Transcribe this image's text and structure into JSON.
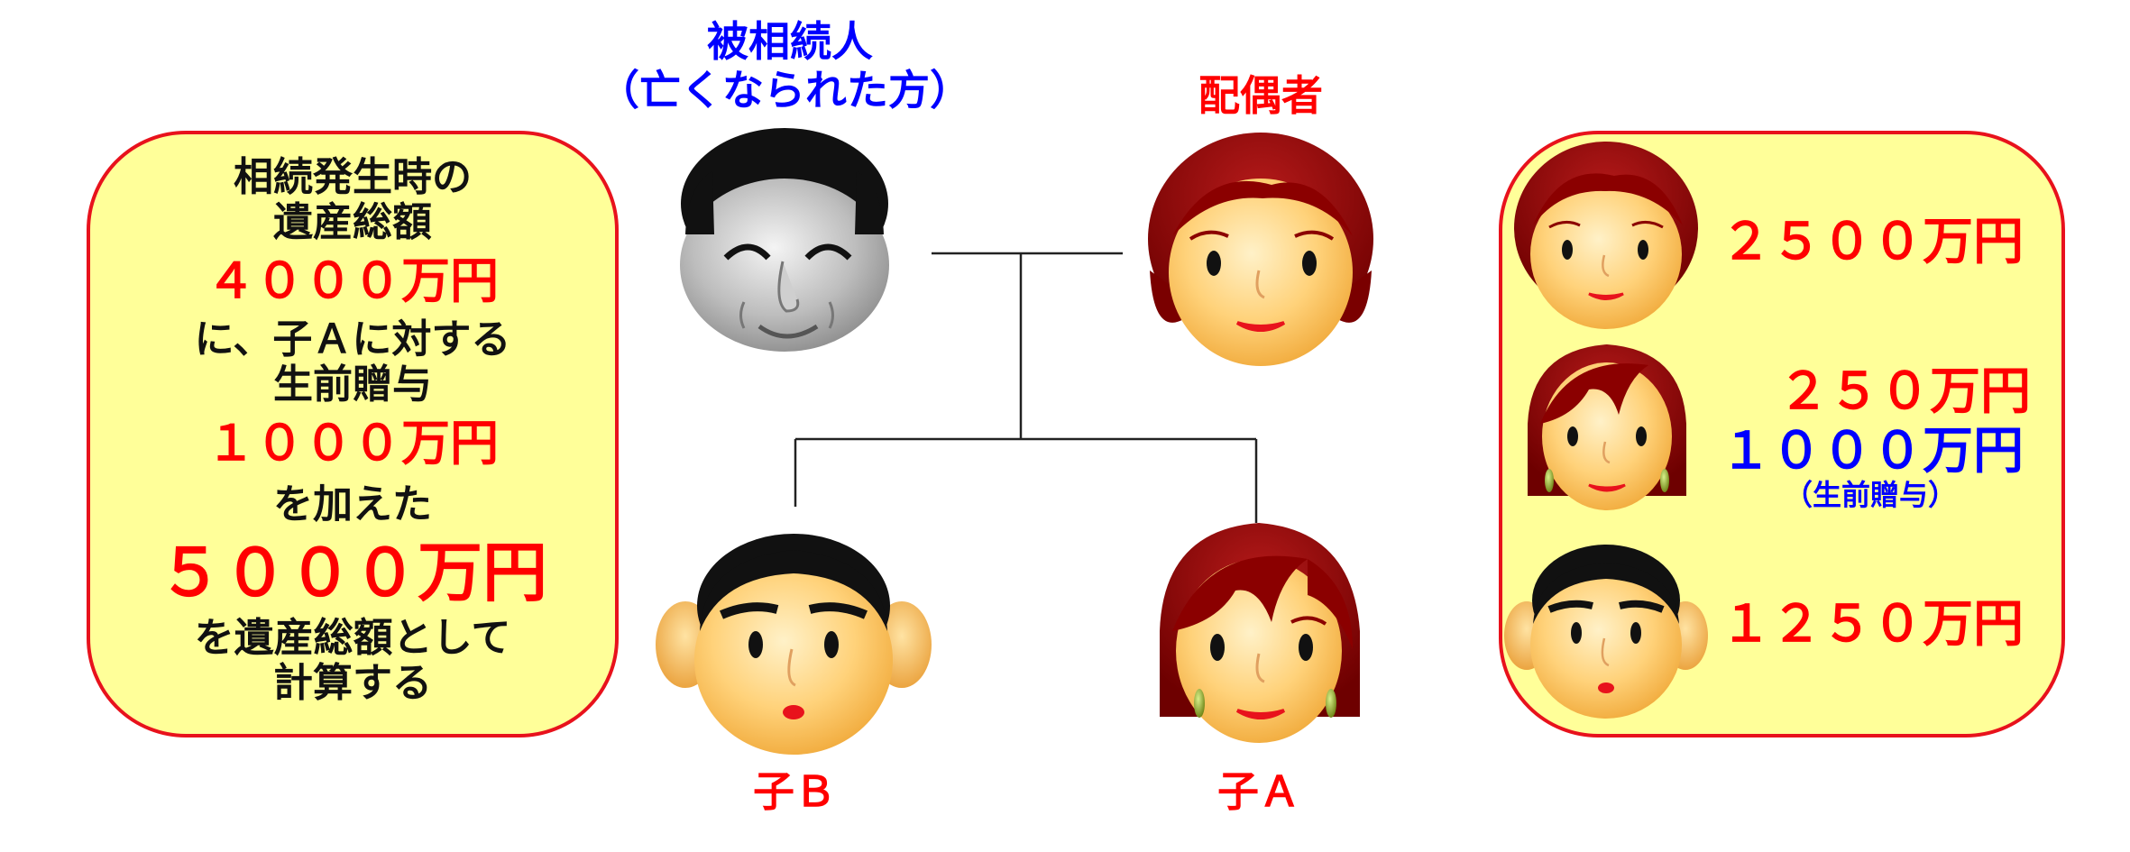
{
  "tree": {
    "deceased_label": "被相続人",
    "deceased_sub": "（亡くなられた方）",
    "spouse_label": "配偶者",
    "child_b_label": "子Ｂ",
    "child_a_label": "子Ａ"
  },
  "left_box": {
    "line1": "相続発生時の",
    "line2": "遺産総額",
    "amount_estate": "４０００万円",
    "line3": "に、子Ａに対する",
    "line4": "生前贈与",
    "amount_gift": "１０００万円",
    "line5": "を加えた",
    "amount_total": "５０００万円",
    "line6": "を遺産総額として",
    "line7": "計算する"
  },
  "right_box": {
    "spouse_share": "２５００万円",
    "child_a_share": "２５０万円",
    "child_a_gift": "１０００万円",
    "child_a_gift_note": "（生前贈与）",
    "child_b_share": "１２５０万円"
  },
  "colors": {
    "red": "#ff0000",
    "blue": "#0000ff",
    "box_fill": "#ffff99",
    "box_border": "#e8121c",
    "hair_red": "#8b0000",
    "skin": "#ffcc66"
  }
}
